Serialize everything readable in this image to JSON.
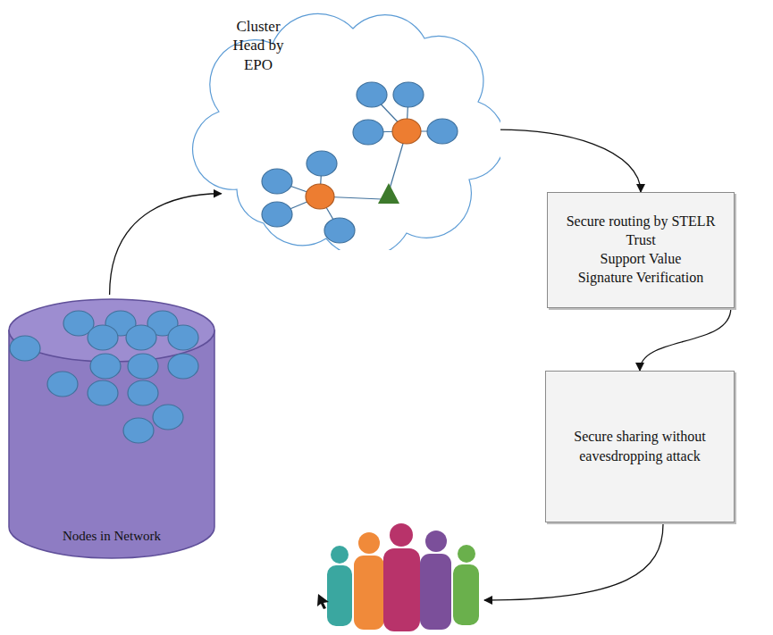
{
  "diagram": {
    "nodes": [
      {
        "text": [
          "Nodes in Network"
        ]
      },
      {
        "text": [
          "Cluster Head by EPO"
        ]
      },
      {
        "text": [
          "Secure routing by STELR",
          "Trust",
          "Support Value",
          "Signature Verification"
        ]
      },
      {
        "text": [
          "Secure sharing without eavesdropping attack"
        ]
      }
    ],
    "edges": [
      {
        "from": 0,
        "to": 1,
        "arrow": "to"
      },
      {
        "from": 1,
        "to": 2,
        "arrow": "to"
      },
      {
        "from": 2,
        "to": 3,
        "arrow": "to"
      }
    ]
  }
}
